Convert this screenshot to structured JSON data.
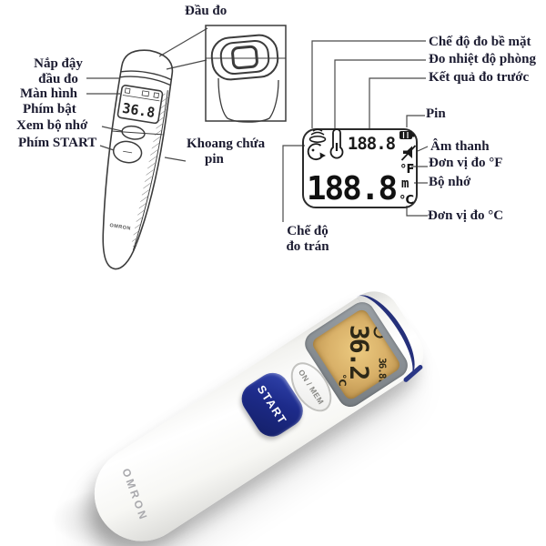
{
  "diagram": {
    "device": {
      "screen_value": "36.8",
      "logo": "OMRON",
      "labels": {
        "probe": "Đầu đo",
        "cap_l1": "Nắp đậy",
        "cap_l2": "đầu đo",
        "screen": "Màn hình",
        "power": "Phím bật",
        "memory_view": "Xem bộ nhớ",
        "start": "Phím START",
        "battery_l1": "Khoang chứa",
        "battery_l2": "pin"
      }
    },
    "lcd": {
      "small_digits": "188.8",
      "big_digits": "188.8",
      "unit_f_symbol": "°F",
      "memory_symbol": "m",
      "unit_c_symbol": "°C",
      "labels": {
        "surface_mode": "Chế độ đo bề mặt",
        "room_temp": "Đo nhiệt độ phòng",
        "previous_result": "Kết quả đo trước",
        "battery": "Pin",
        "sound": "Âm thanh",
        "unit_f": "Đơn vị đo °F",
        "memory": "Bộ nhớ",
        "unit_c": "Đơn vị đo °C",
        "forehead_l1": "Chế độ",
        "forehead_l2": "đo trán"
      }
    }
  },
  "photo": {
    "brand": "OMRON",
    "start_button": "START",
    "on_mem_button": "ON / MEM",
    "display": {
      "main_temp": "36.2",
      "sub_temp": "36.8",
      "unit": "°C"
    },
    "colors": {
      "start_button": "#1d2b8a",
      "backlight": "#d9b169",
      "tip_stripe": "#25307a"
    }
  }
}
